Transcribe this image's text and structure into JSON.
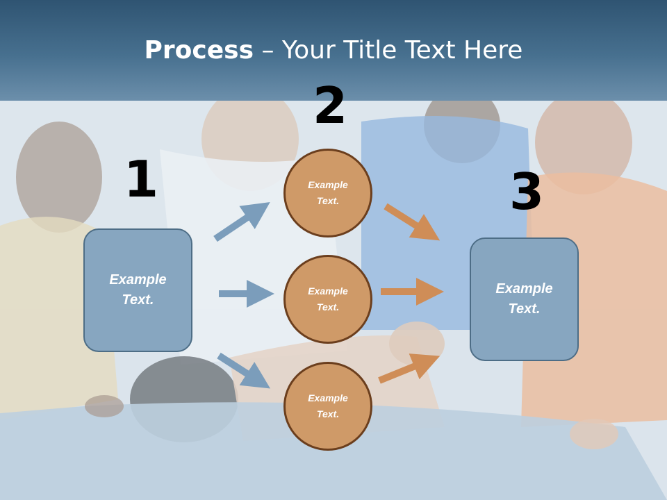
{
  "slide": {
    "title_bold": "Process",
    "title_rest": " – Your Title Text Here"
  },
  "steps": {
    "one": "1",
    "two": "2",
    "three": "3"
  },
  "left_box": {
    "line1": "Example",
    "line2": "Text."
  },
  "circles": [
    {
      "line1": "Example",
      "line2": "Text."
    },
    {
      "line1": "Example",
      "line2": "Text."
    },
    {
      "line1": "Example",
      "line2": "Text."
    }
  ],
  "right_box": {
    "line1": "Example",
    "line2": "Text."
  },
  "colors": {
    "header": "#47708f",
    "box_fill": "#87a6c0",
    "circle_fill": "#cf9a68",
    "arrow_blue": "#7b9dbb",
    "arrow_orange": "#cf8d57"
  }
}
